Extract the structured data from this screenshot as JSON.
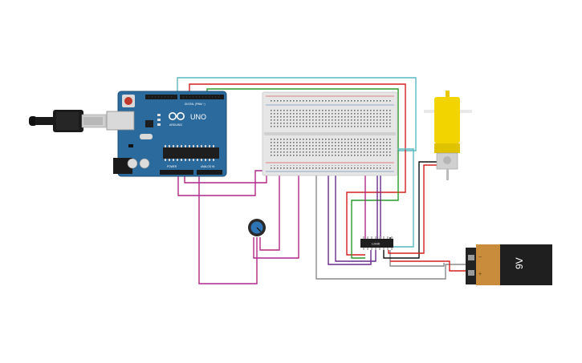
{
  "arduino": {
    "brand_text": "UNO",
    "logo_text": "ARDUINO",
    "digital_label": "DIGITAL (PWM ~)",
    "power_label": "POWER",
    "analog_label": "ANALOG IN"
  },
  "driver_ic": {
    "label": "L293D"
  },
  "battery": {
    "label": "9V"
  },
  "colors": {
    "board": "#2b6a9d",
    "breadboard": "#e6e6e6",
    "wire_red": "#d42020",
    "wire_green": "#2a9a2a",
    "wire_cyan": "#5ab8c0",
    "wire_magenta": "#b0278a",
    "wire_purple": "#6a2a8a",
    "wire_black": "#111111",
    "wire_gray": "#8a8a8a",
    "motor_yellow": "#f2d500",
    "battery_orange": "#c98b3c"
  },
  "icons": [
    "usb-plug-icon",
    "reset-button-icon",
    "potentiometer-icon",
    "dc-motor-icon",
    "battery-icon",
    "ic-chip-icon"
  ]
}
